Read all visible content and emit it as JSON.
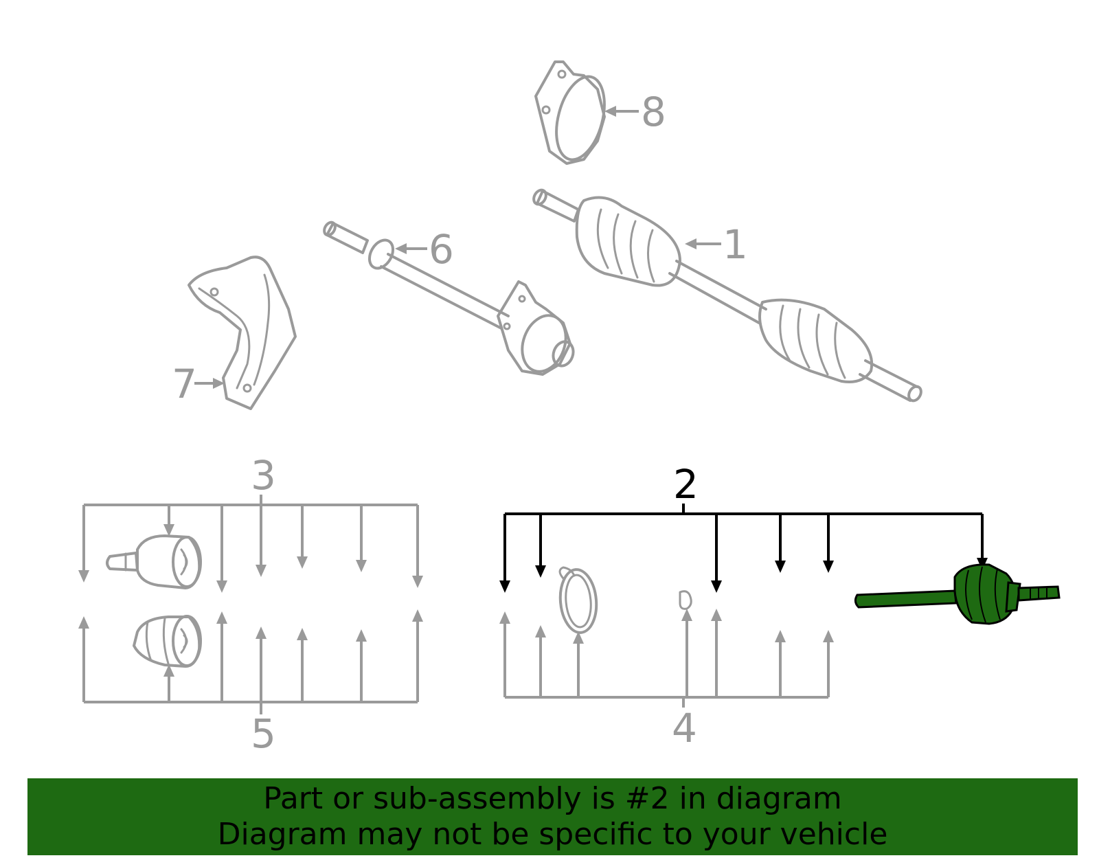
{
  "callouts": {
    "c1": "1",
    "c2": "2",
    "c3": "3",
    "c4": "4",
    "c5": "5",
    "c6": "6",
    "c7": "7",
    "c8": "8"
  },
  "highlight_color": "#1e6a12",
  "banner": {
    "line1": "Part or sub-assembly is #2 in diagram",
    "line2": "Diagram may not be specific to your vehicle"
  }
}
